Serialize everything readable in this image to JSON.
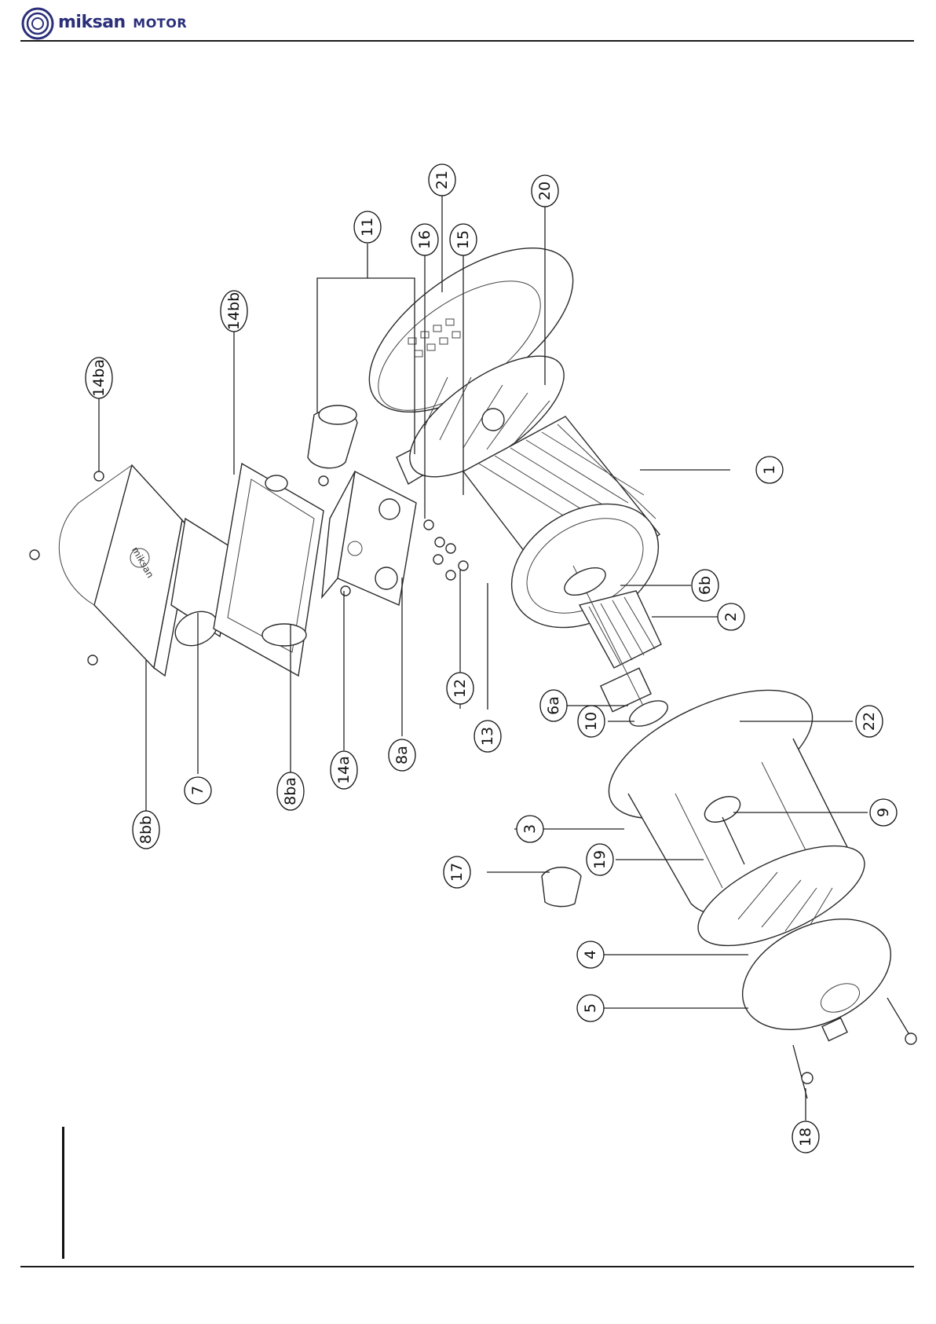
{
  "header": {
    "logo_text": "miksan",
    "logo_sub": "MOTOR"
  },
  "callouts": [
    "1",
    "2",
    "3",
    "4",
    "5",
    "6a",
    "6b",
    "7",
    "8a",
    "8ba",
    "8bb",
    "9",
    "10",
    "11",
    "12",
    "13",
    "14a",
    "14ba",
    "14bb",
    "15",
    "16",
    "17",
    "18",
    "19",
    "20",
    "21",
    "22"
  ],
  "colors": {
    "brand": "#2b2f7a",
    "line": "#1a1a1a"
  }
}
